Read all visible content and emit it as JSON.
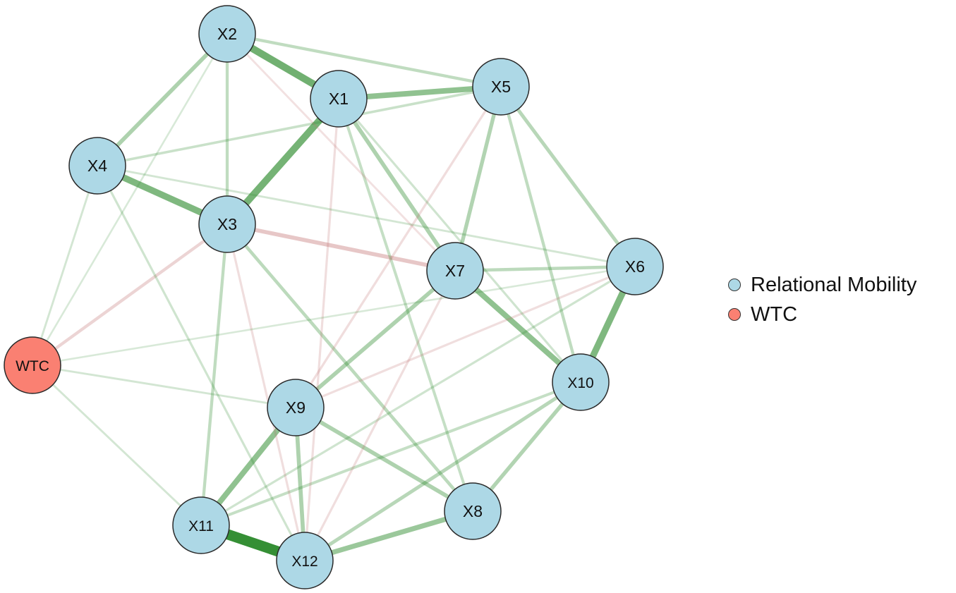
{
  "graph": {
    "nodes": [
      {
        "id": "X2",
        "label": "X2",
        "group": "rm"
      },
      {
        "id": "X1",
        "label": "X1",
        "group": "rm"
      },
      {
        "id": "X5",
        "label": "X5",
        "group": "rm"
      },
      {
        "id": "X4",
        "label": "X4",
        "group": "rm"
      },
      {
        "id": "X3",
        "label": "X3",
        "group": "rm"
      },
      {
        "id": "X7",
        "label": "X7",
        "group": "rm"
      },
      {
        "id": "X6",
        "label": "X6",
        "group": "rm"
      },
      {
        "id": "WTC",
        "label": "WTC",
        "group": "wtc"
      },
      {
        "id": "X9",
        "label": "X9",
        "group": "rm"
      },
      {
        "id": "X10",
        "label": "X10",
        "group": "rm"
      },
      {
        "id": "X11",
        "label": "X11",
        "group": "rm"
      },
      {
        "id": "X8",
        "label": "X8",
        "group": "rm"
      },
      {
        "id": "X12",
        "label": "X12",
        "group": "rm"
      }
    ],
    "edges": [
      {
        "a": "X11",
        "b": "X12",
        "w": 0.95,
        "sign": "pos"
      },
      {
        "a": "X2",
        "b": "X1",
        "w": 0.62,
        "sign": "pos"
      },
      {
        "a": "X1",
        "b": "X3",
        "w": 0.6,
        "sign": "pos"
      },
      {
        "a": "X4",
        "b": "X3",
        "w": 0.55,
        "sign": "pos"
      },
      {
        "a": "X6",
        "b": "X10",
        "w": 0.55,
        "sign": "pos"
      },
      {
        "a": "X1",
        "b": "X5",
        "w": 0.45,
        "sign": "pos"
      },
      {
        "a": "X7",
        "b": "X10",
        "w": 0.45,
        "sign": "pos"
      },
      {
        "a": "X9",
        "b": "X11",
        "w": 0.45,
        "sign": "pos"
      },
      {
        "a": "X12",
        "b": "X8",
        "w": 0.4,
        "sign": "pos"
      },
      {
        "a": "X3",
        "b": "X7",
        "w": 0.3,
        "sign": "neg"
      },
      {
        "a": "X2",
        "b": "X4",
        "w": 0.3,
        "sign": "pos"
      },
      {
        "a": "X1",
        "b": "X7",
        "w": 0.3,
        "sign": "pos"
      },
      {
        "a": "X5",
        "b": "X7",
        "w": 0.28,
        "sign": "pos"
      },
      {
        "a": "X5",
        "b": "X6",
        "w": 0.25,
        "sign": "pos"
      },
      {
        "a": "X9",
        "b": "X8",
        "w": 0.3,
        "sign": "pos"
      },
      {
        "a": "X9",
        "b": "X12",
        "w": 0.3,
        "sign": "pos"
      },
      {
        "a": "X7",
        "b": "X9",
        "w": 0.3,
        "sign": "pos"
      },
      {
        "a": "X8",
        "b": "X10",
        "w": 0.28,
        "sign": "pos"
      },
      {
        "a": "X7",
        "b": "X6",
        "w": 0.22,
        "sign": "pos"
      },
      {
        "a": "X5",
        "b": "X10",
        "w": 0.2,
        "sign": "pos"
      },
      {
        "a": "X3",
        "b": "X8",
        "w": 0.22,
        "sign": "pos"
      },
      {
        "a": "X3",
        "b": "X11",
        "w": 0.2,
        "sign": "pos"
      },
      {
        "a": "X2",
        "b": "X3",
        "w": 0.2,
        "sign": "pos"
      },
      {
        "a": "X2",
        "b": "X5",
        "w": 0.2,
        "sign": "pos"
      },
      {
        "a": "X4",
        "b": "X5",
        "w": 0.15,
        "sign": "pos"
      },
      {
        "a": "X12",
        "b": "X10",
        "w": 0.25,
        "sign": "pos"
      },
      {
        "a": "X1",
        "b": "X8",
        "w": 0.18,
        "sign": "pos"
      },
      {
        "a": "WTC",
        "b": "X3",
        "w": 0.2,
        "sign": "neg"
      },
      {
        "a": "X11",
        "b": "X10",
        "w": 0.18,
        "sign": "pos"
      },
      {
        "a": "X4",
        "b": "X12",
        "w": 0.12,
        "sign": "pos"
      },
      {
        "a": "X5",
        "b": "X9",
        "w": 0.13,
        "sign": "neg"
      },
      {
        "a": "X1",
        "b": "X12",
        "w": 0.12,
        "sign": "neg"
      },
      {
        "a": "X6",
        "b": "X9",
        "w": 0.12,
        "sign": "neg"
      },
      {
        "a": "X6",
        "b": "X11",
        "w": 0.12,
        "sign": "pos"
      },
      {
        "a": "X3",
        "b": "X12",
        "w": 0.12,
        "sign": "neg"
      },
      {
        "a": "X7",
        "b": "X12",
        "w": 0.12,
        "sign": "neg"
      },
      {
        "a": "X2",
        "b": "X7",
        "w": 0.1,
        "sign": "neg"
      },
      {
        "a": "X4",
        "b": "X6",
        "w": 0.1,
        "sign": "pos"
      },
      {
        "a": "WTC",
        "b": "X4",
        "w": 0.1,
        "sign": "pos"
      },
      {
        "a": "WTC",
        "b": "X11",
        "w": 0.1,
        "sign": "pos"
      },
      {
        "a": "WTC",
        "b": "X9",
        "w": 0.1,
        "sign": "pos"
      },
      {
        "a": "WTC",
        "b": "X6",
        "w": 0.08,
        "sign": "pos"
      },
      {
        "a": "X2",
        "b": "WTC",
        "w": 0.08,
        "sign": "pos"
      },
      {
        "a": "X1",
        "b": "X10",
        "w": 0.12,
        "sign": "pos"
      }
    ]
  },
  "legend": {
    "items": [
      {
        "label": "Relational Mobility",
        "color": "#add8e6"
      },
      {
        "label": "WTC",
        "color": "#fa8072"
      }
    ]
  },
  "colors": {
    "positive_edge": "#2e8b2e",
    "negative_edge": "#c07070",
    "node_outline": "#2a2a2a",
    "node_label": "#111111"
  }
}
